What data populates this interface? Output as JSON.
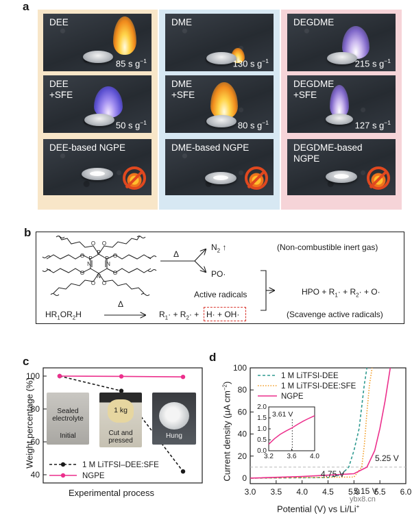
{
  "panels": {
    "a": "a",
    "b": "b",
    "c": "c",
    "d": "d"
  },
  "colors": {
    "dee_bg": "#f8e6c8",
    "dme_bg": "#d7e8f3",
    "degdme_bg": "#f6d4d8",
    "black": "#1a1a1a",
    "pink": "#ec2f8c",
    "teal": "#2f9a90",
    "orange": "#f29a1e",
    "red_dash": "#d9342b"
  },
  "panel_a": {
    "photos": [
      {
        "label": "DEE",
        "time": "85 s g",
        "flame": "orange"
      },
      {
        "label": "DME",
        "time": "130 s g",
        "flame": "orange"
      },
      {
        "label": "DEGDME",
        "time": "215 s g",
        "flame": "purple"
      },
      {
        "label": "DEE\n+SFE",
        "time": "50 s g",
        "flame": "blue"
      },
      {
        "label": "DME\n+SFE",
        "time": "80 s g",
        "flame": "orange"
      },
      {
        "label": "DEGDME\n+SFE",
        "time": "127 s g",
        "flame": "purple"
      },
      {
        "label": "DEE-based NGPE",
        "icon": "no-fire-icon"
      },
      {
        "label": "DME-based NGPE",
        "icon": "no-fire-icon"
      },
      {
        "label": "DEGDME-based\nNGPE",
        "icon": "no-fire-icon"
      }
    ],
    "time_unit_exponent": "−1"
  },
  "panel_b": {
    "delta": "Δ",
    "n2": "N",
    "n2_sub": "2",
    "n2_arrow": "↑",
    "po": "PO·",
    "inert_gas": "(Non-combustible inert gas)",
    "active_radicals": "Active radicals",
    "reactant": {
      "a": "HR",
      "s1": "1",
      "b": "OR",
      "s2": "2",
      "c": "H"
    },
    "radicals": {
      "a": "R",
      "s1": "1",
      "b": "· + R",
      "s2": "2",
      "c": "· +"
    },
    "boxed": "H· + OH·",
    "product": {
      "a": "HPO + R",
      "s1": "1",
      "b": "· + R",
      "s2": "2",
      "c": "· + O·"
    },
    "scavenge": "(Scavenge active radicals)",
    "molecule_atoms": {
      "o": "O",
      "p": "P",
      "n": "N"
    }
  },
  "panel_c": {
    "ylabel": "Weight percentage (%)",
    "xlabel": "Experimental process",
    "photos": [
      {
        "text": "Sealed\nelectrolyte",
        "caption": "Initial"
      },
      {
        "text": "1 kg",
        "caption": "Cut and\npressed"
      },
      {
        "text": "",
        "caption": "Hung"
      }
    ]
  },
  "panel_d": {
    "ylabel": "Current density (μA cm",
    "ylabel_sup": "−2",
    "ylabel_end": ")",
    "xlabel": "Potential (V) vs Li/Li",
    "xlabel_sup": "+",
    "annotations": [
      "4.75 V",
      "5.15 V",
      "5.25 V",
      "3.61 V"
    ],
    "watermark": "ybx8.cn"
  },
  "chart_data": [
    {
      "type": "line",
      "ylabel": "Weight percentage (%)",
      "xlabel": "Experimental process",
      "x": [
        0,
        1,
        2
      ],
      "ylim": [
        35,
        105
      ],
      "yticks": [
        40,
        60,
        80,
        100
      ],
      "series": [
        {
          "name": "1 M LiTFSI–DEE:SFE",
          "style": "dashed",
          "color": "#1a1a1a",
          "values": [
            100,
            91,
            42
          ]
        },
        {
          "name": "NGPE",
          "style": "solid",
          "color": "#ec2f8c",
          "values": [
            100,
            99.8,
            99.5
          ]
        }
      ],
      "legend": "bottom-left"
    },
    {
      "type": "line",
      "xlabel": "Potential (V) vs Li/Li+",
      "ylabel": "Current density (μA cm−2)",
      "xlim": [
        3.0,
        6.0
      ],
      "ylim": [
        -5,
        100
      ],
      "xticks": [
        3.0,
        3.5,
        4.0,
        4.5,
        5.0,
        5.5,
        6.0
      ],
      "yticks": [
        0,
        20,
        40,
        60,
        80,
        100
      ],
      "threshold_line": 10,
      "legend": "top-left",
      "series": [
        {
          "name": "1 M LiTFSI-DEE",
          "style": "dashed",
          "color": "#2f9a90",
          "x": [
            3.0,
            4.5,
            4.75,
            4.9,
            5.0,
            5.1,
            5.15,
            5.2,
            5.25
          ],
          "y": [
            0,
            0.5,
            3,
            10,
            25,
            45,
            65,
            85,
            100
          ]
        },
        {
          "name": "1 M LiTFSI-DEE:SFE",
          "style": "dotted",
          "color": "#f29a1e",
          "x": [
            3.0,
            5.0,
            5.15,
            5.2,
            5.25,
            5.3,
            5.35
          ],
          "y": [
            0,
            1,
            10,
            30,
            60,
            85,
            100
          ]
        },
        {
          "name": "NGPE",
          "style": "solid",
          "color": "#ec2f8c",
          "x": [
            3.0,
            4.0,
            5.0,
            5.25,
            5.4,
            5.5,
            5.6,
            5.65,
            5.7
          ],
          "y": [
            0,
            1.5,
            4,
            10,
            25,
            45,
            70,
            85,
            100
          ]
        }
      ],
      "inset": {
        "xlim": [
          3.2,
          4.0
        ],
        "ylim": [
          0,
          2.0
        ],
        "xticks": [
          3.2,
          3.6,
          4.0
        ],
        "yticks": [
          0,
          0.5,
          1.0,
          1.5,
          2.0
        ],
        "marker_x": 3.61,
        "series": [
          {
            "name": "NGPE",
            "color": "#ec2f8c",
            "x": [
              3.2,
              3.3,
              3.4,
              3.5,
              3.61,
              3.7,
              3.8,
              3.9,
              4.0
            ],
            "y": [
              0.3,
              0.55,
              0.75,
              0.9,
              1.05,
              1.2,
              1.35,
              1.48,
              1.6
            ]
          }
        ]
      }
    }
  ]
}
